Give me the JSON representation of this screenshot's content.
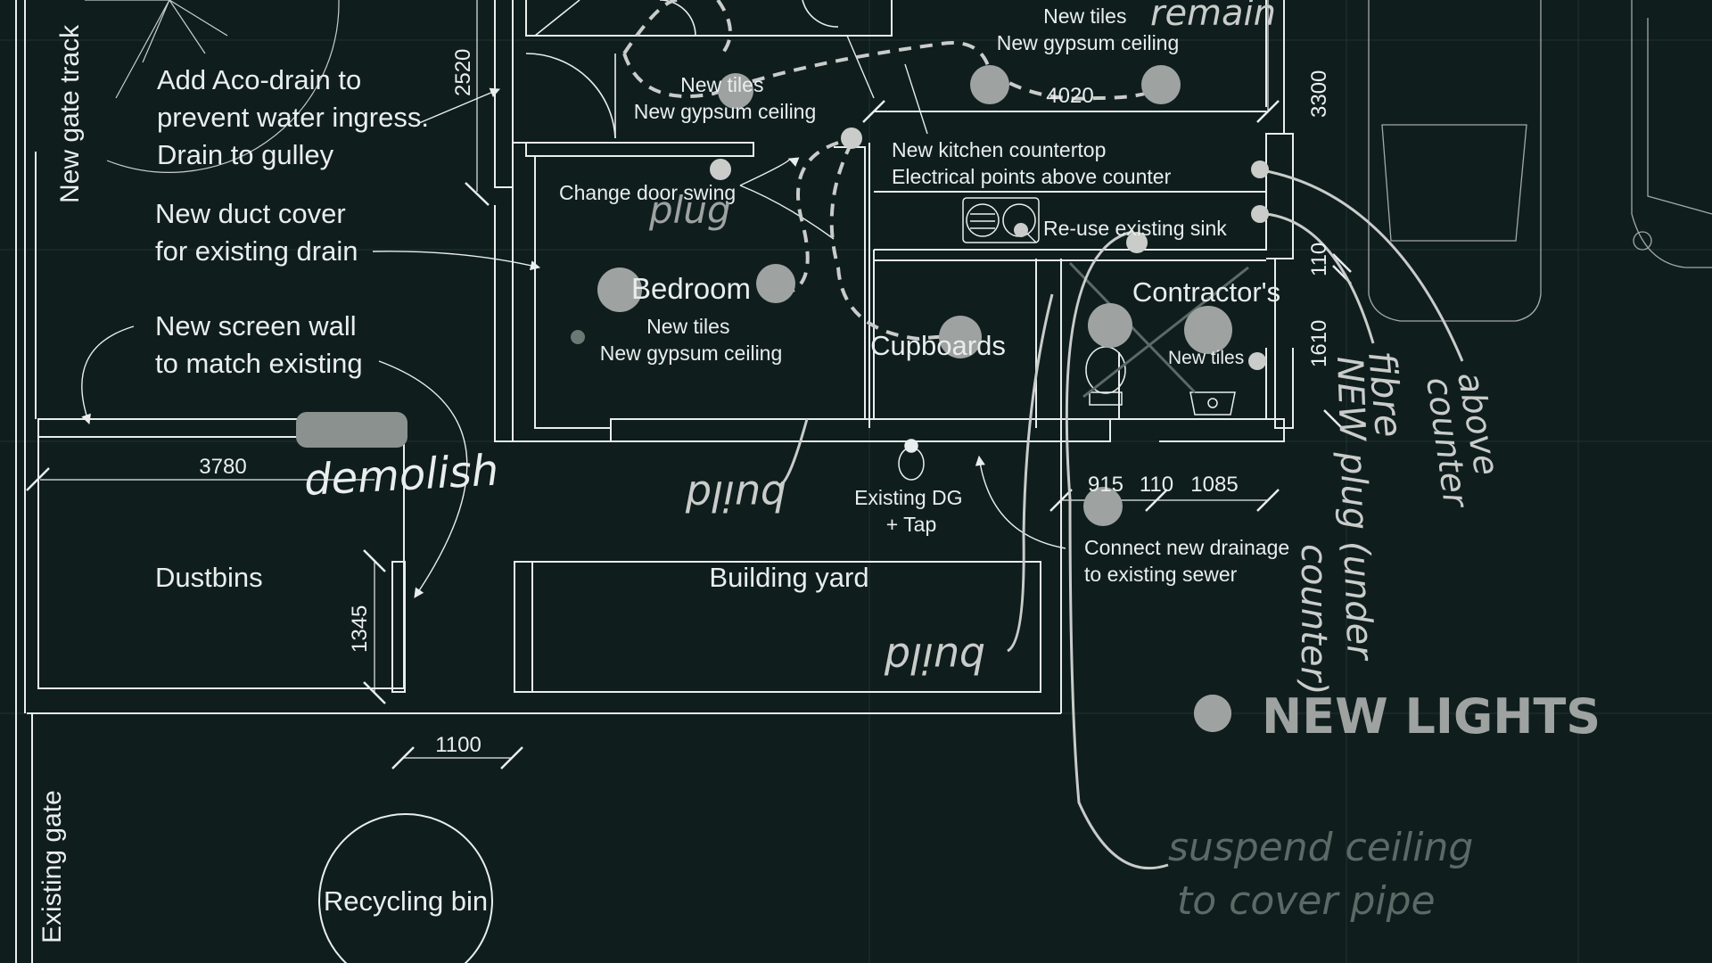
{
  "colors": {
    "background": "#0f1d1d",
    "line": "#e9eeec",
    "faint_line": "#2a3838",
    "marker": "#9ea3a1",
    "marker_light": "#c9ccc9"
  },
  "labels": {
    "new_gate_track": "New gate track",
    "aco_drain": [
      "Add Aco-drain to",
      "prevent water ingress.",
      "Drain to gulley"
    ],
    "duct_cover": [
      "New duct cover",
      "for existing drain"
    ],
    "screen_wall": [
      "New screen wall",
      "to match existing"
    ],
    "dustbins": "Dustbins",
    "existing_gate": "Existing gate",
    "recycling_bin": "Recycling bin",
    "change_door_swing": "Change door swing",
    "bedroom": "Bedroom",
    "bedroom_finish": [
      "New tiles",
      "New gypsum ceiling"
    ],
    "top_finish_1": [
      "New tiles",
      "New gypsum ceiling"
    ],
    "top_finish_2": [
      "New tiles",
      "New gypsum ceiling"
    ],
    "kitchen": [
      "New kitchen countertop",
      "Electrical points above counter"
    ],
    "sink": "Re-use existing sink",
    "contractors": "Contractor's",
    "new_tiles_small": "New tiles",
    "cupboards": "Cupboards",
    "existing_dg": [
      "Existing DG",
      "+ Tap"
    ],
    "building_yard": "Building yard",
    "connect_drainage": [
      "Connect new drainage",
      "to existing sewer"
    ]
  },
  "dimensions": {
    "d2520": "2520",
    "d3300": "3300",
    "d4020": "4020",
    "d3780": "3780",
    "d1345": "1345",
    "d1100": "1100",
    "d110_top": "110",
    "d1610": "1610",
    "d915": "915",
    "d110": "110",
    "d1085": "1085"
  },
  "handwritten": {
    "remain": "remain",
    "plug": "plug",
    "demolish": "demolish",
    "build_1": "build",
    "build_2": "build",
    "fibre": "fibre",
    "new_plug": "NEW plug (under",
    "counter": "counter)",
    "above": "above",
    "above_counter": "counter",
    "new_lights": "NEW LIGHTS",
    "suspend_1": "suspend ceiling",
    "suspend_2": "to cover pipe"
  },
  "legend": {
    "marker_meaning": "NEW LIGHTS"
  }
}
